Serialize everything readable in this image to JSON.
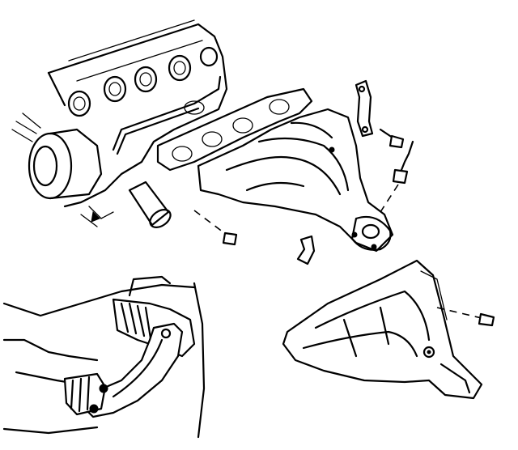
{
  "figure": {
    "colors": {
      "ink": "#000000",
      "paper": "#ffffff"
    },
    "parts": [
      "engine-block",
      "exhaust-manifold-gasket",
      "exhaust-manifold",
      "heat-shield",
      "oxygen-sensor",
      "bracket",
      "bolt",
      "nut",
      "exhaust-pipe-connection"
    ]
  }
}
